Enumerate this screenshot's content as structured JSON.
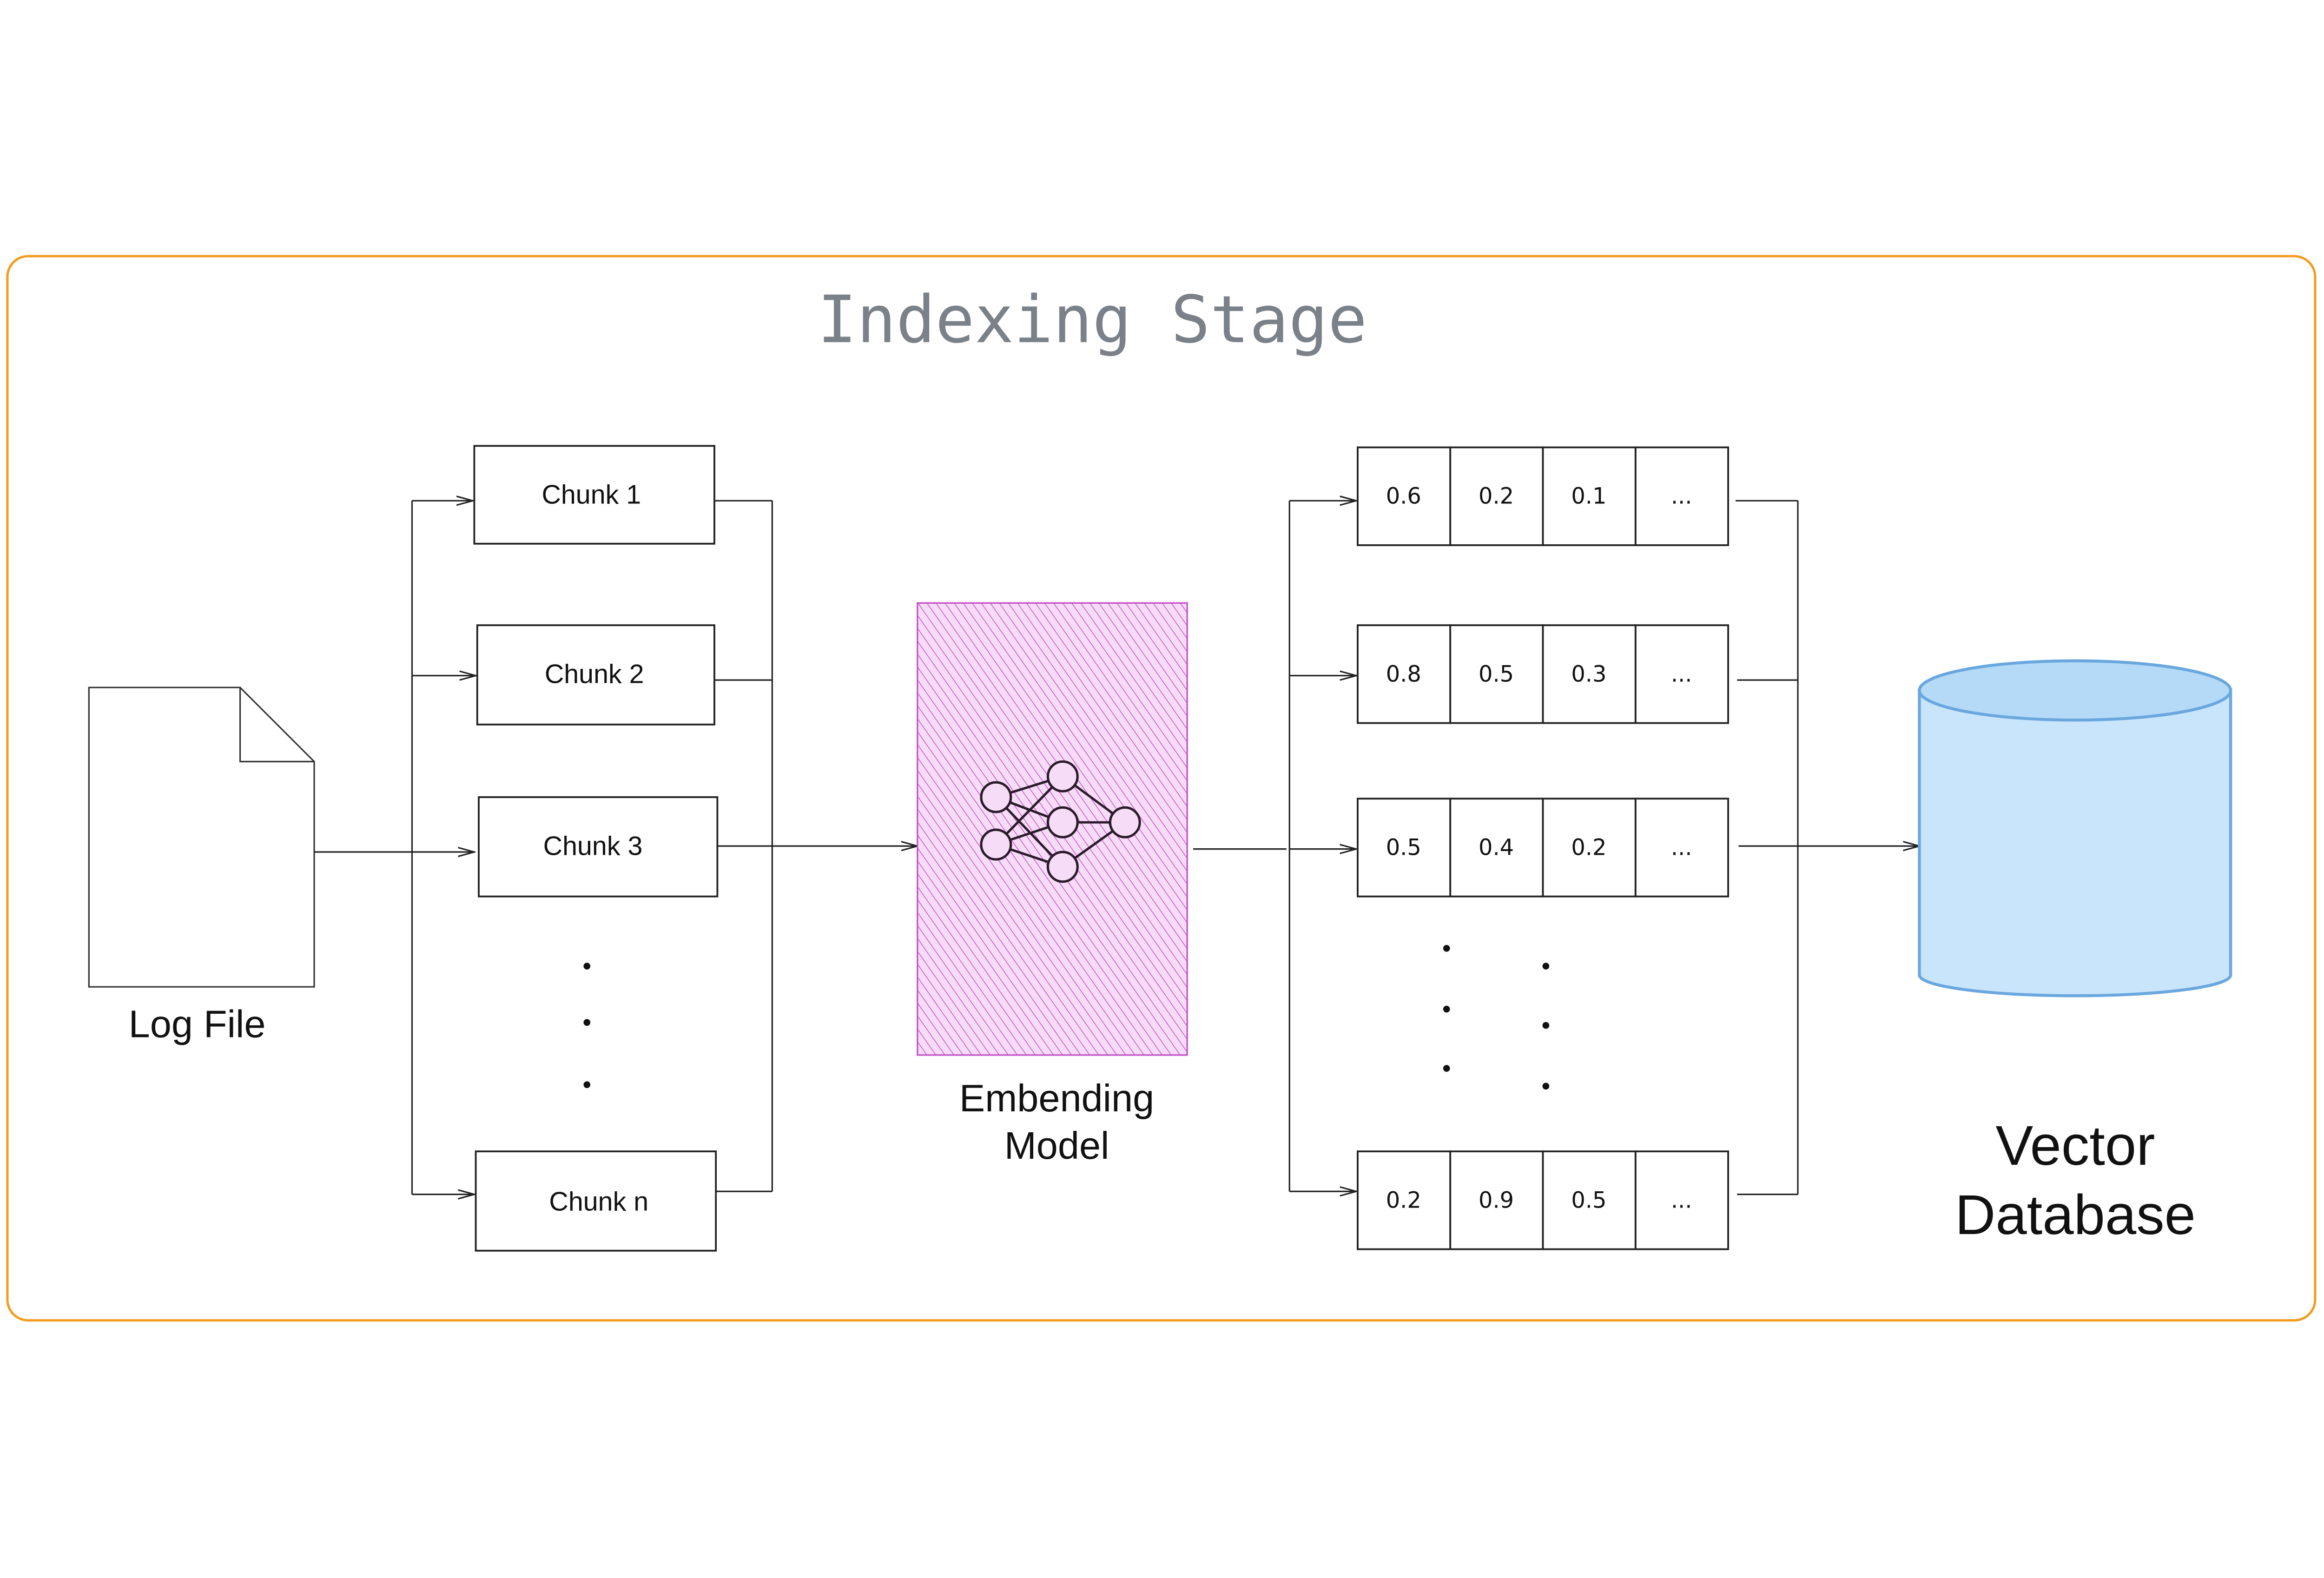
{
  "title": "Indexing Stage",
  "log_file": {
    "label": "Log File",
    "icon": "document-icon"
  },
  "chunks": [
    "Chunk 1",
    "Chunk 2",
    "Chunk 3",
    "Chunk n"
  ],
  "embedding_model": {
    "label_line1": "Embending",
    "label_line2": "Model",
    "icon": "neural-network-icon"
  },
  "vectors": [
    [
      "0.6",
      "0.2",
      "0.1",
      "..."
    ],
    [
      "0.8",
      "0.5",
      "0.3",
      "..."
    ],
    [
      "0.5",
      "0.4",
      "0.2",
      "..."
    ],
    [
      "0.2",
      "0.9",
      "0.5",
      "..."
    ]
  ],
  "vector_database": {
    "label_line1": "Vector",
    "label_line2": "Database",
    "icon": "database-cylinder-icon"
  },
  "colors": {
    "frame": "#f29d1f",
    "title": "#7b8189",
    "embedding_fill": "#f4d6f4",
    "embedding_hatch": "#c24fc8",
    "database_fill": "#c9e5fb",
    "database_stroke": "#6aa7de"
  }
}
